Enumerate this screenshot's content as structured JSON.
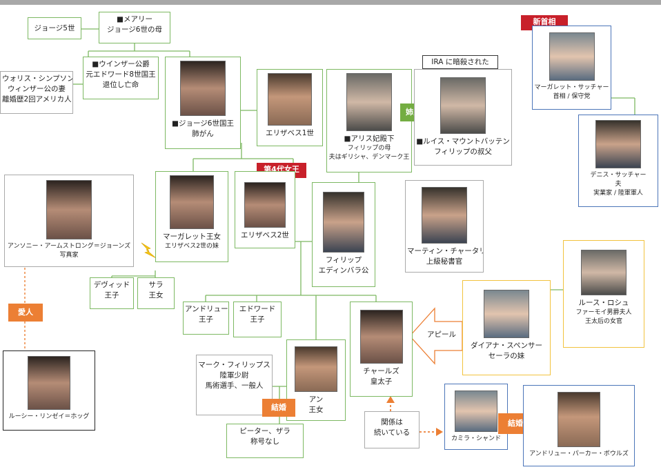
{
  "nodes": {
    "george5": {
      "line1": "ジョージ5世"
    },
    "mary": {
      "line1": "■メアリー",
      "line2": "ジョージ6世の母"
    },
    "windsor": {
      "line1": "■ウインザー公爵",
      "line2": "元エドワード8世国王",
      "line3": "退位し亡命"
    },
    "wallis": {
      "line1": "ウォリス・シンプソン",
      "line2": "ウィンザー公の妻",
      "line3": "離婚歴2回アメリカ人"
    },
    "george6": {
      "line1": "■ジョージ6世国王",
      "line2": "肺がん"
    },
    "elizabeth1": {
      "line1": "エリザベス1世"
    },
    "alice": {
      "line1": "■アリス妃殿下",
      "line2": "フィリップの母",
      "line3": "夫はギリシャ、デンマーク王"
    },
    "louis": {
      "line1": "■ルイス・マウントバッテン",
      "line2": "フィリップの叔父"
    },
    "thatcher": {
      "line1": "マーガレット・サッチャー",
      "line2": "首相 / 保守党"
    },
    "denis": {
      "line1": "デニス・サッチャー",
      "line2": "夫",
      "line3": "実業家 / 陸軍軍人"
    },
    "antony": {
      "line1": "アンソニー・アームストロング＝ジョーンズ",
      "line2": "写真家"
    },
    "margaret": {
      "line1": "マーガレット王女",
      "line2": "エリザベス2世の妹"
    },
    "elizabeth2": {
      "line1": "エリザベス2世"
    },
    "philip": {
      "line1": "フィリップ",
      "line2": "エディンバラ公"
    },
    "martin": {
      "line1": "マーティン・チャータリス",
      "line2": "上級秘書官"
    },
    "david": {
      "line1": "デヴィッド",
      "line2": "王子"
    },
    "sarah": {
      "line1": "サラ",
      "line2": "王女"
    },
    "andrew": {
      "line1": "アンドリュー",
      "line2": "王子"
    },
    "edward": {
      "line1": "エドワード",
      "line2": "王子"
    },
    "charles": {
      "line1": "チャールズ",
      "line2": "皇太子"
    },
    "diana": {
      "line1": "ダイアナ・スペンサー",
      "line2": "セーラの妹"
    },
    "ruth": {
      "line1": "ルース・ロシュ",
      "line2": "ファーモイ男爵夫人",
      "line3": "王太后の女官"
    },
    "mark": {
      "line1": "マーク・フィリップス",
      "line2": "陸軍少尉",
      "line3": "馬術選手、一般人"
    },
    "anne": {
      "line1": "アン",
      "line2": "王女"
    },
    "lucy": {
      "line1": "ルーシー・リンゼイ＝ホッグ"
    },
    "peter": {
      "line1": "ピーター、ザラ",
      "line2": "称号なし"
    },
    "camilla": {
      "line1": "カミラ・シャンド"
    },
    "andrewpb": {
      "line1": "アンドリュー・パーカー・ボウルズ"
    }
  },
  "tags": {
    "new_pm": "新首相",
    "siblings": "姉弟",
    "fourth_queen": "第4代女王",
    "lover": "愛人",
    "marriage_anne": "結婚",
    "marriage_camilla": "結婚"
  },
  "notes": {
    "ira": "IRA に暗殺された",
    "appeal": "アピール",
    "relationship_line1": "関係は",
    "relationship_line2": "続いている"
  },
  "colors": {
    "green_border": "#7cb861",
    "blue_border": "#4a74b8",
    "yellow_border": "#f2c23c",
    "gray_border": "#a9a9a9",
    "red_tag": "#c8202a",
    "green_tag": "#74ad42",
    "orange_tag": "#ec7f34",
    "lightning": "#f5c518",
    "dashed_line": "#ec7f34"
  }
}
